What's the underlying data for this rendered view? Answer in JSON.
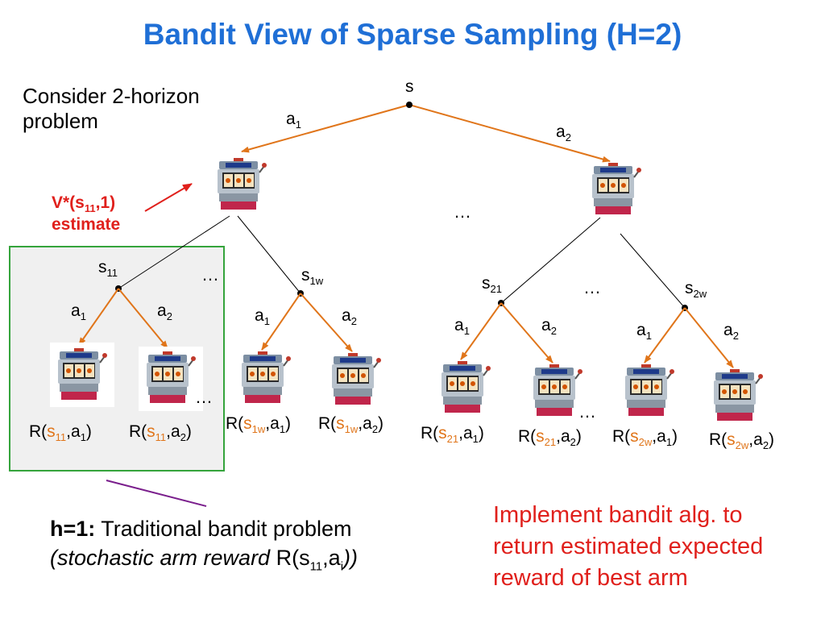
{
  "title": "Bandit View of Sparse Sampling (H=2)",
  "intro": {
    "line1": "Consider 2-horizon",
    "line2": "problem"
  },
  "vstar": {
    "prefix": "V*(s",
    "sub": "11",
    "suffix": ",1)",
    "line2": "estimate"
  },
  "nodes": {
    "root": "s",
    "s11": {
      "base": "s",
      "sub": "11"
    },
    "s1w": {
      "base": "s",
      "sub": "1w"
    },
    "s21": {
      "base": "s",
      "sub": "21"
    },
    "s2w": {
      "base": "s",
      "sub": "2w"
    }
  },
  "actions": {
    "a": "a",
    "sub1": "1",
    "sub2": "2"
  },
  "ellipsis": "…",
  "rewards": [
    {
      "state": "s",
      "state_sub": "11",
      "action_sub": "1"
    },
    {
      "state": "s",
      "state_sub": "11",
      "action_sub": "2"
    },
    {
      "state": "s",
      "state_sub": "1w",
      "action_sub": "1"
    },
    {
      "state": "s",
      "state_sub": "1w",
      "action_sub": "2"
    },
    {
      "state": "s",
      "state_sub": "21",
      "action_sub": "1"
    },
    {
      "state": "s",
      "state_sub": "21",
      "action_sub": "2"
    },
    {
      "state": "s",
      "state_sub": "2w",
      "action_sub": "1"
    },
    {
      "state": "s",
      "state_sub": "2w",
      "action_sub": "2"
    }
  ],
  "reward_text": {
    "open": "R(",
    "comma": ",a",
    "close": ")"
  },
  "h1": {
    "bold": "h=1:",
    "text": " Traditional bandit problem",
    "italic": "(stochastic arm reward",
    "r": " R(s",
    "r_sub": "11",
    "r_mid": ",a",
    "r_sub2": "i",
    "r_end": "))"
  },
  "implement": {
    "line1": "Implement bandit alg. to",
    "line2": "return estimated expected",
    "line3": "reward of best arm"
  },
  "colors": {
    "title": "#1f6fd6",
    "arrow": "#e0751a",
    "highlight": "#e0201c",
    "box_border": "#35a43c",
    "box_fill": "#f0f0f0",
    "connector": "#7a1e8c"
  },
  "icons": [
    "slot-machine-icon"
  ]
}
